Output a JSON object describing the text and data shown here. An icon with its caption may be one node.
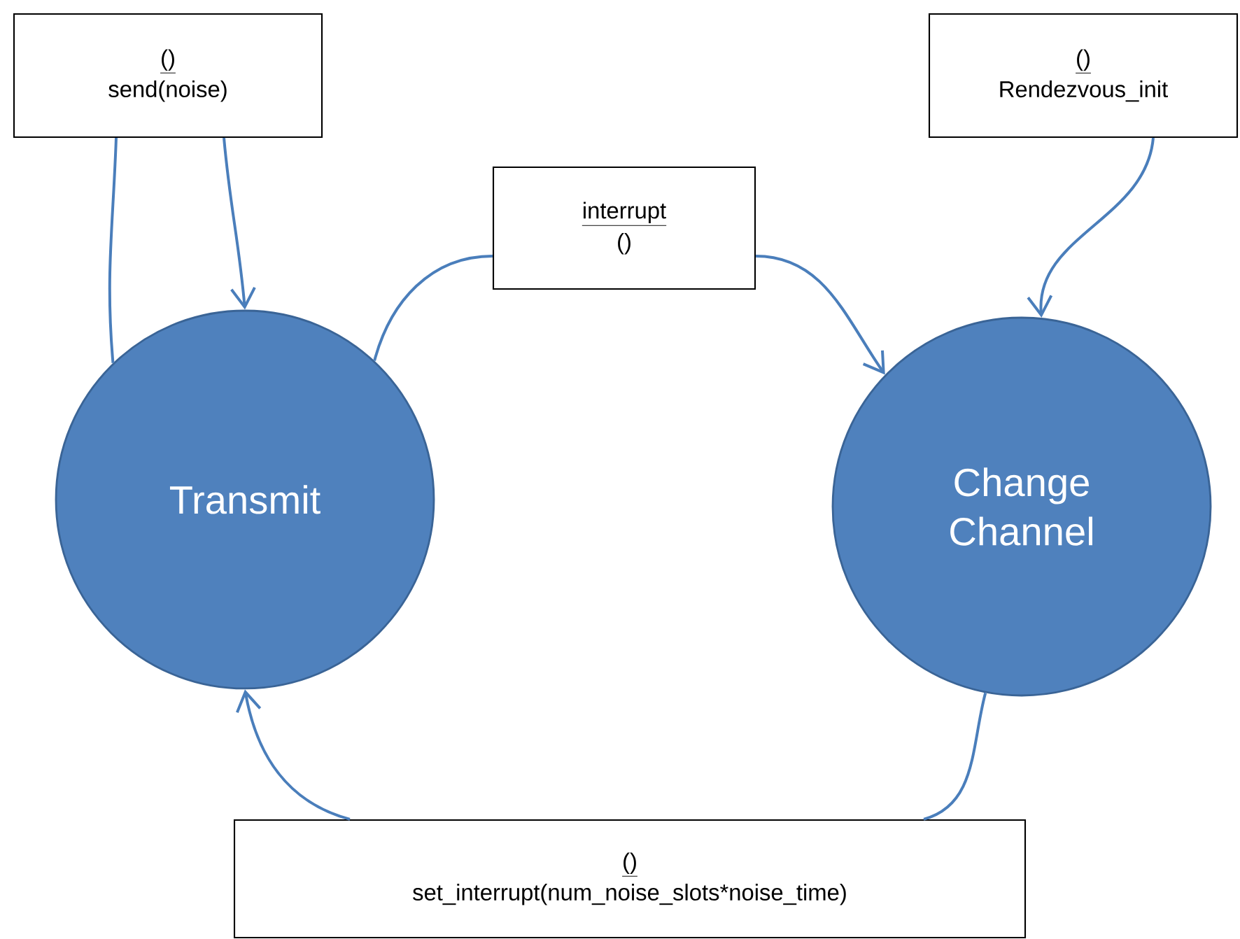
{
  "diagram": {
    "nodes": [
      {
        "text": [
          "Transmit"
        ]
      },
      {
        "text": [
          "Change Channel"
        ]
      },
      {
        "text": [
          "()",
          "send(noise)"
        ]
      },
      {
        "text": [
          "interrupt",
          "()"
        ]
      },
      {
        "text": [
          "()",
          "Rendezvous_init"
        ]
      },
      {
        "text": [
          "()",
          "set_interrupt(num_noise_slots*noise_time)"
        ]
      }
    ],
    "edges": [
      {
        "from": 0,
        "to": 2,
        "arrow": "none"
      },
      {
        "from": 2,
        "to": 0,
        "arrow": "to"
      },
      {
        "from": 0,
        "to": 3,
        "arrow": "none"
      },
      {
        "from": 3,
        "to": 1,
        "arrow": "to"
      },
      {
        "from": 4,
        "to": 1,
        "arrow": "to"
      },
      {
        "from": 1,
        "to": 5,
        "arrow": "none"
      },
      {
        "from": 5,
        "to": 0,
        "arrow": "to"
      }
    ]
  }
}
